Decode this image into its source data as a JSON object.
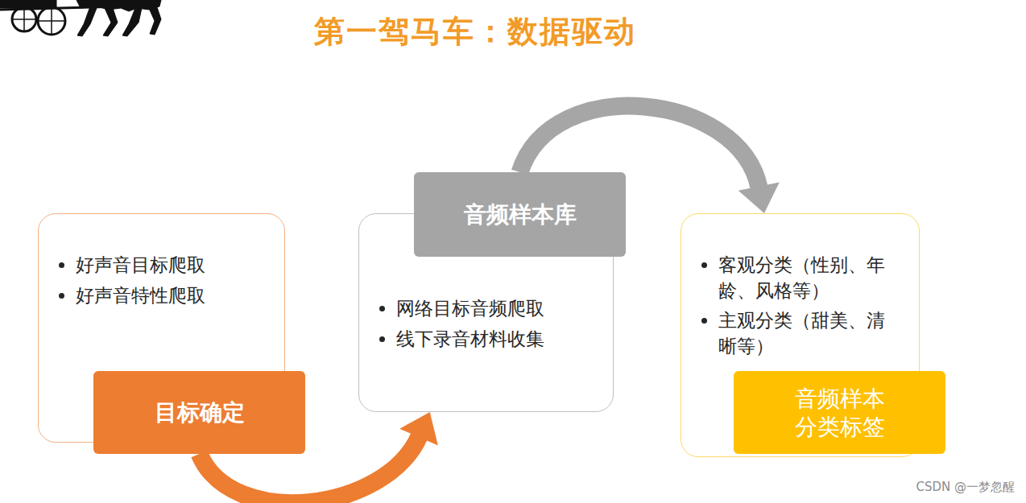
{
  "diagram": {
    "title": "第一驾马车：数据驱动",
    "nodes": [
      {
        "text": [
          "好声音目标爬取",
          "好声音特性爬取"
        ]
      },
      {
        "text": [
          "目标确定"
        ],
        "in": 0
      },
      {
        "text": [
          "网络目标音频爬取",
          "线下录音材料收集"
        ]
      },
      {
        "text": [
          "音频样本库"
        ],
        "in": 2
      },
      {
        "text": [
          "客观分类（性别、年龄、风格等）",
          "主观分类（甜美、清晰等）"
        ]
      },
      {
        "text": [
          "音频样本 分类标签"
        ],
        "in": 4
      }
    ],
    "edges": [
      {
        "from": 1,
        "to": 2,
        "arrow": "to"
      },
      {
        "from": 3,
        "to": 4,
        "arrow": "to"
      }
    ],
    "labels": [
      "CSDN @一梦忽醒"
    ]
  }
}
